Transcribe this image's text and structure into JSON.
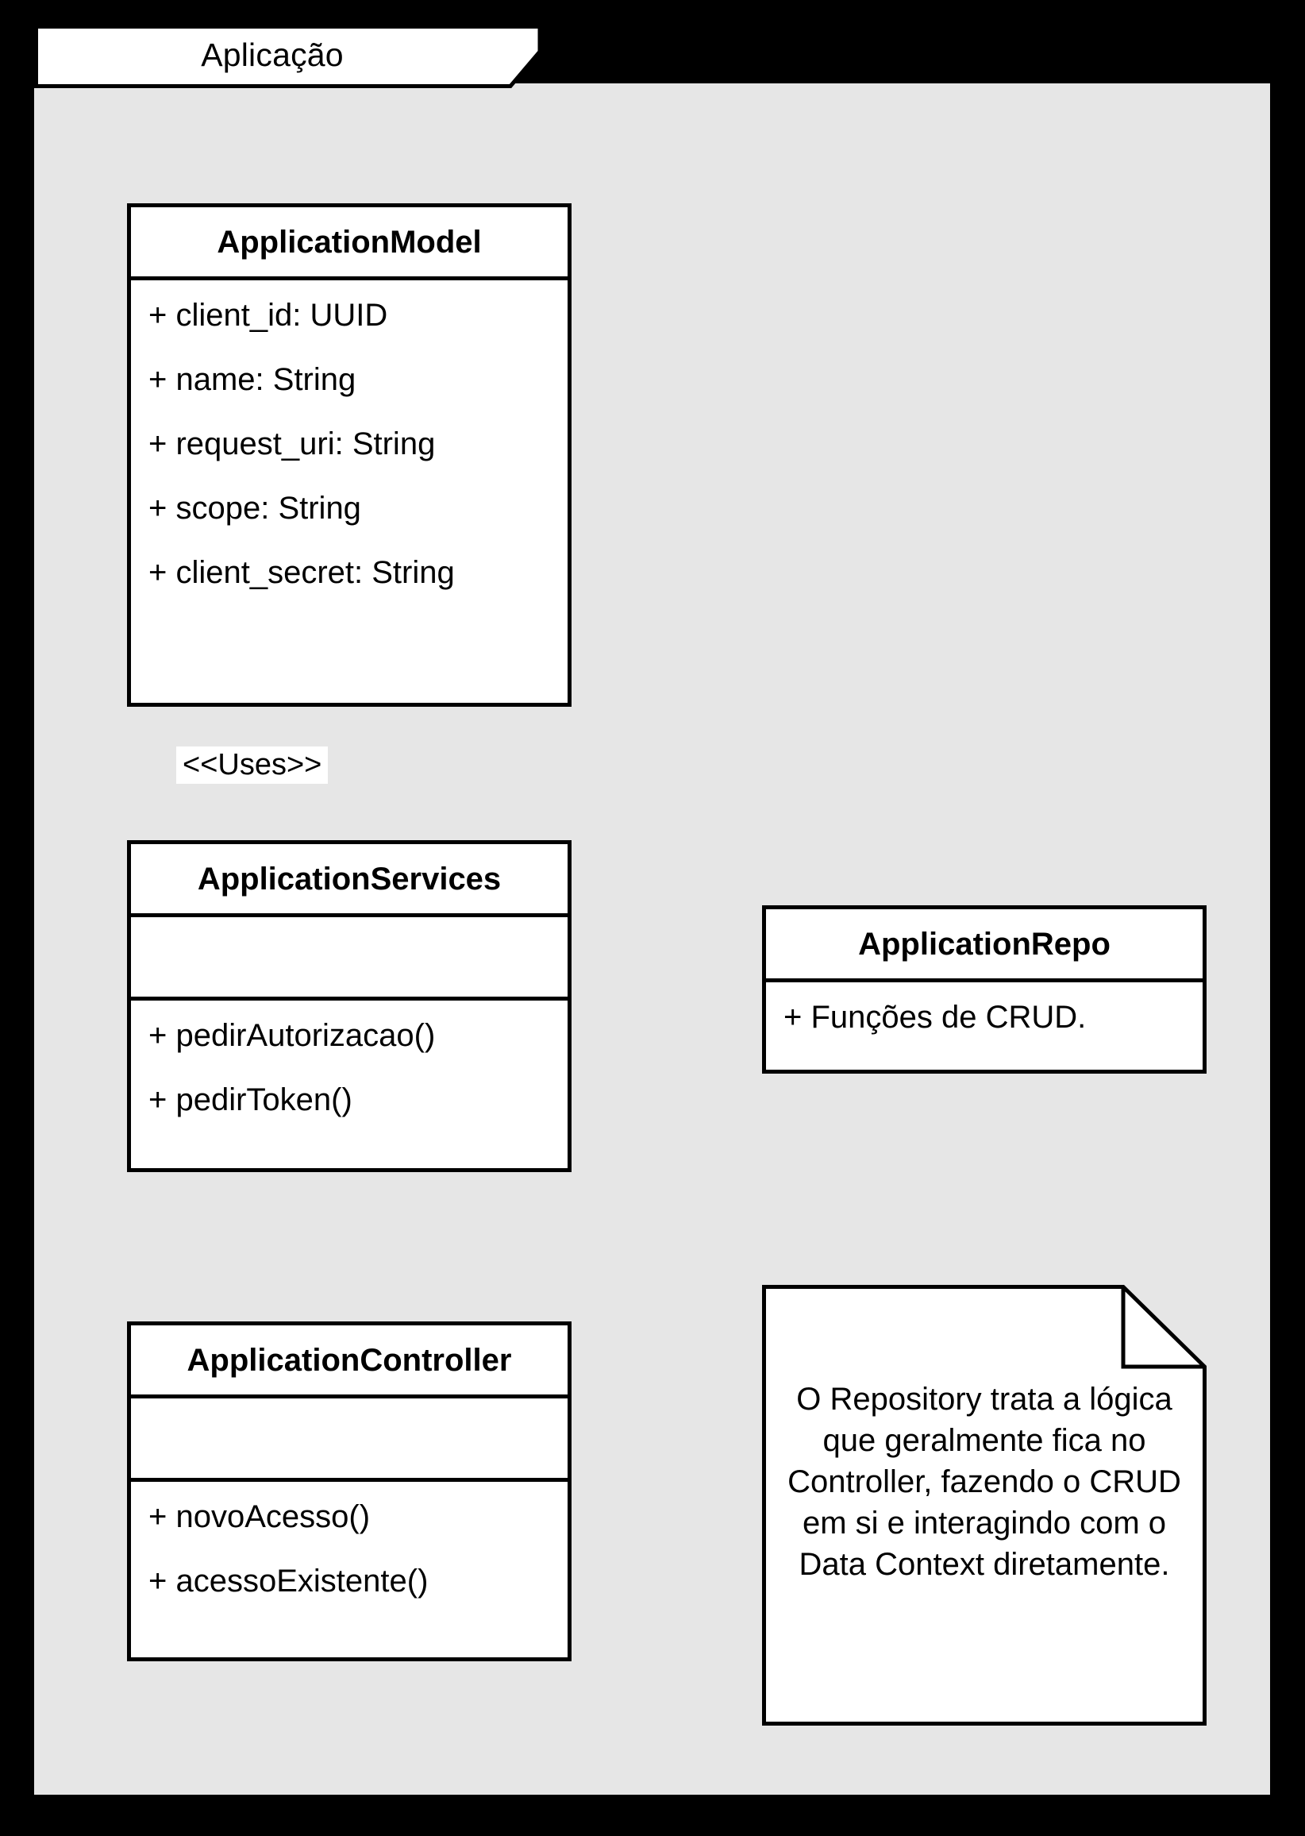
{
  "package": {
    "title": "Aplicação",
    "background": "#e6e6e6",
    "frame_color": "#000000"
  },
  "classes": [
    {
      "id": "application-model",
      "name": "ApplicationModel",
      "attributes": [
        "+ client_id: UUID",
        "+ name: String",
        "+ request_uri: String",
        "+ scope: String",
        "+ client_secret: String"
      ],
      "methods": []
    },
    {
      "id": "application-services",
      "name": "ApplicationServices",
      "attributes": [],
      "methods": [
        "+ pedirAutorizacao()",
        "+ pedirToken()"
      ]
    },
    {
      "id": "application-controller",
      "name": "ApplicationController",
      "attributes": [],
      "methods": [
        "+ novoAcesso()",
        "+ acessoExistente()"
      ]
    },
    {
      "id": "application-repo",
      "name": "ApplicationRepo",
      "attributes": [
        "+ Funções de CRUD."
      ],
      "methods": []
    }
  ],
  "note": {
    "text": "O Repository trata a lógica que geralmente fica no Controller, fazendo o CRUD em si e interagindo com o Data Context diretamente."
  },
  "relationships": [
    {
      "id": "services-uses-model",
      "from": "ApplicationServices",
      "to": "ApplicationModel",
      "label": "<<Uses>>",
      "style": "solid",
      "arrowhead": "filled-triangle"
    },
    {
      "id": "services-to-repo",
      "from": "ApplicationServices",
      "to": "ApplicationRepo",
      "label": "",
      "style": "solid",
      "arrowhead": "filled-triangle"
    },
    {
      "id": "controller-to-services",
      "from": "ApplicationController",
      "to": "ApplicationServices",
      "label": "",
      "style": "solid",
      "arrowhead": "filled-triangle"
    },
    {
      "id": "repo-to-controller",
      "from": "ApplicationRepo",
      "to": "ApplicationController",
      "label": "",
      "style": "dashed",
      "arrowhead": "open-triangle"
    },
    {
      "id": "repo-note-anchor",
      "from": "ApplicationRepo",
      "to": "note",
      "label": "",
      "style": "dashed",
      "arrowhead": "none"
    }
  ]
}
